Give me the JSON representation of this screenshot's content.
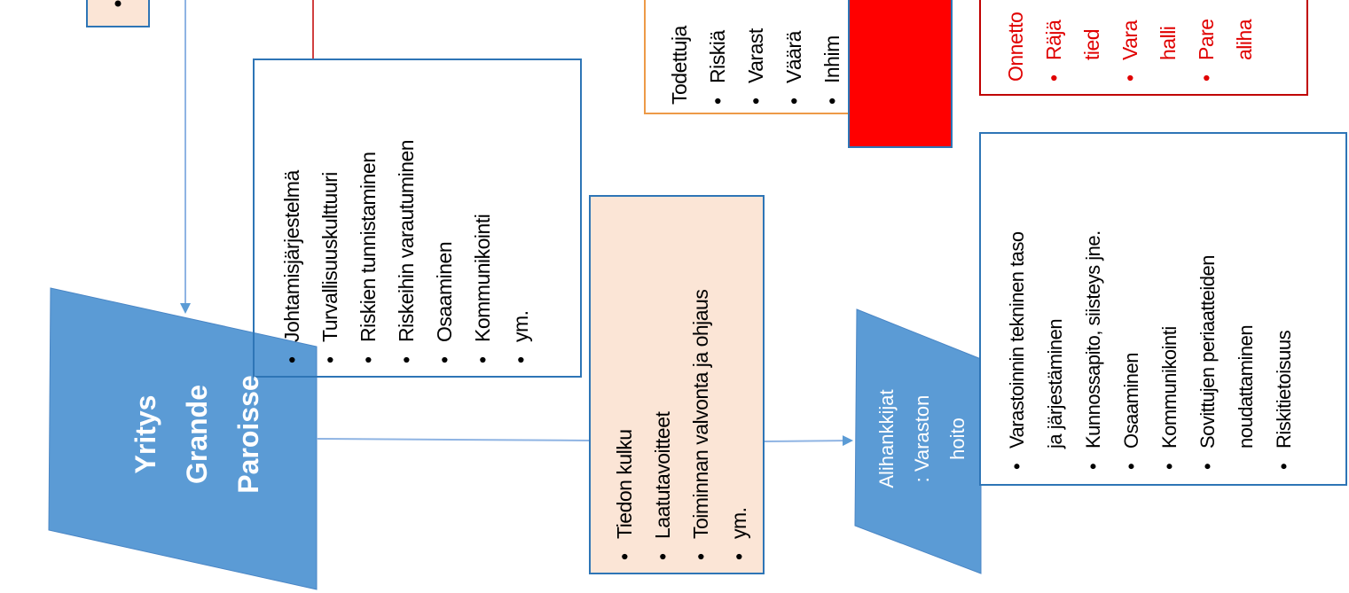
{
  "colors": {
    "blue_fill": "#5b9bd5",
    "blue_border": "#2e75b6",
    "peach_fill": "#fbe5d6",
    "red_fill": "#ff0000",
    "red_text": "#e00000",
    "dark_red_line": "#c00000",
    "orange_border": "#ed9a48"
  },
  "company_shape": {
    "lines": [
      "Yritys",
      "Grande",
      "Paroisse"
    ]
  },
  "subcontractor_shape": {
    "lines": [
      "Alihankkijat",
      ": Varaston",
      "hoito"
    ]
  },
  "company_box": {
    "items": [
      "Johtamisjärjestelmä",
      "Turvallisuuskulttuuri",
      "Riskien tunnistaminen",
      "Riskeihin varautuminen",
      "Osaaminen",
      "Kommunikointi",
      "ym."
    ]
  },
  "middle_box": {
    "items": [
      "Tiedon kulku",
      "Laatutavoitteet",
      "Toiminnan valvonta ja ohjaus",
      "ym."
    ]
  },
  "subcontractor_box": {
    "items": [
      [
        "Varastoinnin tekninen taso",
        "ja järjestäminen"
      ],
      [
        "Kunnossapito, siisteys jne."
      ],
      [
        "Osaaminen"
      ],
      [
        "Kommunikointi"
      ],
      [
        "Sovittujen periaatteiden",
        "noudattaminen"
      ],
      [
        "Riskitietoisuus"
      ]
    ]
  },
  "orange_box": {
    "header": "Todettuja",
    "items": [
      "Riskiä",
      "Varast",
      "Väärä",
      "Inhim"
    ]
  },
  "red_outline_box": {
    "header": "Onnetto",
    "items": [
      [
        "Räjä",
        "tied"
      ],
      [
        "Vara",
        "halli"
      ],
      [
        "Pare",
        "aliha"
      ]
    ]
  }
}
